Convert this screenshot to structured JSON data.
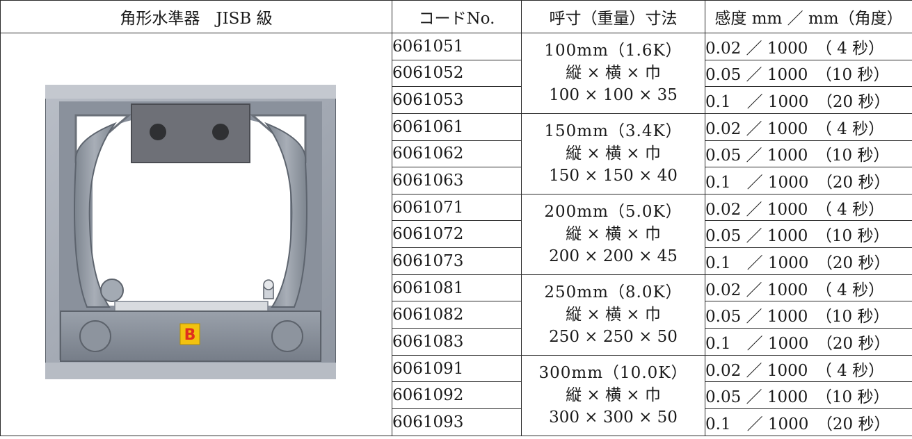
{
  "headers": {
    "product": "角形水準器　JISB 級",
    "code": "コードNo.",
    "dimensions": "呼寸（重量）寸法",
    "sensitivity": "感度 mm ／ mm（角度）"
  },
  "groups": [
    {
      "size_weight": "100mm（1.6K）",
      "dim_label": "縦 × 横 × 巾",
      "dim_values": "100 × 100 × 35",
      "rows": [
        {
          "code": "6061051",
          "sensitivity": "0.02 ／ 1000　（ 4 秒）"
        },
        {
          "code": "6061052",
          "sensitivity": "0.05 ／ 1000　（10 秒）"
        },
        {
          "code": "6061053",
          "sensitivity": "0.1　／ 1000　（20 秒）"
        }
      ]
    },
    {
      "size_weight": "150mm（3.4K）",
      "dim_label": "縦 × 横 × 巾",
      "dim_values": "150 × 150 × 40",
      "rows": [
        {
          "code": "6061061",
          "sensitivity": "0.02 ／ 1000　（ 4 秒）"
        },
        {
          "code": "6061062",
          "sensitivity": "0.05 ／ 1000　（10 秒）"
        },
        {
          "code": "6061063",
          "sensitivity": "0.1　／ 1000　（20 秒）"
        }
      ]
    },
    {
      "size_weight": "200mm（5.0K）",
      "dim_label": "縦 × 横 × 巾",
      "dim_values": "200 × 200 × 45",
      "rows": [
        {
          "code": "6061071",
          "sensitivity": "0.02 ／ 1000　（ 4 秒）"
        },
        {
          "code": "6061072",
          "sensitivity": "0.05 ／ 1000　（10 秒）"
        },
        {
          "code": "6061073",
          "sensitivity": "0.1　／ 1000　（20 秒）"
        }
      ]
    },
    {
      "size_weight": "250mm（8.0K）",
      "dim_label": "縦 × 横 × 巾",
      "dim_values": "250 × 250 × 50",
      "rows": [
        {
          "code": "6061081",
          "sensitivity": "0.02 ／ 1000　（ 4 秒）"
        },
        {
          "code": "6061082",
          "sensitivity": "0.05 ／ 1000　（10 秒）"
        },
        {
          "code": "6061083",
          "sensitivity": "0.1　／ 1000　（20 秒）"
        }
      ]
    },
    {
      "size_weight": "300mm（10.0K）",
      "dim_label": "縦 × 横 × 巾",
      "dim_values": "300 × 300 × 50",
      "rows": [
        {
          "code": "6061091",
          "sensitivity": "0.02 ／ 1000　（ 4 秒）"
        },
        {
          "code": "6061092",
          "sensitivity": "0.05 ／ 1000　（10 秒）"
        },
        {
          "code": "6061093",
          "sensitivity": "0.1　／ 1000　（20 秒）"
        }
      ]
    }
  ],
  "image": {
    "icon": "square-spirit-level-icon",
    "badge_text": "B",
    "colors": {
      "frame": "#a7adb7",
      "frame_dark": "#6f7682",
      "vial_block": "#6e7077",
      "badge_bg": "#f2c20f",
      "badge_text": "#e0301e"
    }
  }
}
